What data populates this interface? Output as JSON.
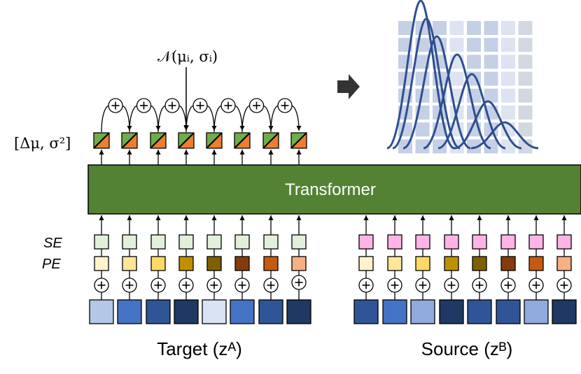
{
  "transformer_label": "Transformer",
  "output_label": "[Δμ, σ²]",
  "gaussian_label": "𝒩(μᵢ, σᵢ)",
  "se_label": "SE",
  "pe_label": "PE",
  "target_label": "Target (zᴬ)",
  "source_label": "Source (zᴮ)",
  "plus_symbol": "+",
  "colors": {
    "transformer": "#548235",
    "output_green": "#70ad47",
    "output_orange": "#ed7d31",
    "se_target": "#e2efda",
    "se_source": "#ffb3e6",
    "grid_cell": "#c5cfe6",
    "curve": "#2f4f8f"
  },
  "target_tokens": [
    "#b4c7e7",
    "#4472c4",
    "#2f5597",
    "#1f3864",
    "#dae3f3",
    "#4472c4",
    "#2f5597",
    "#1f3864"
  ],
  "source_tokens": [
    "#2f5597",
    "#4472c4",
    "#8faadc",
    "#1f3864",
    "#2f5597",
    "#2f5597",
    "#8faadc",
    "#1f3864"
  ],
  "pe_colors": [
    "#fff2cc",
    "#ffe699",
    "#ffd966",
    "#bf9000",
    "#7f6000",
    "#843c0c",
    "#c55a11",
    "#f4b183"
  ]
}
